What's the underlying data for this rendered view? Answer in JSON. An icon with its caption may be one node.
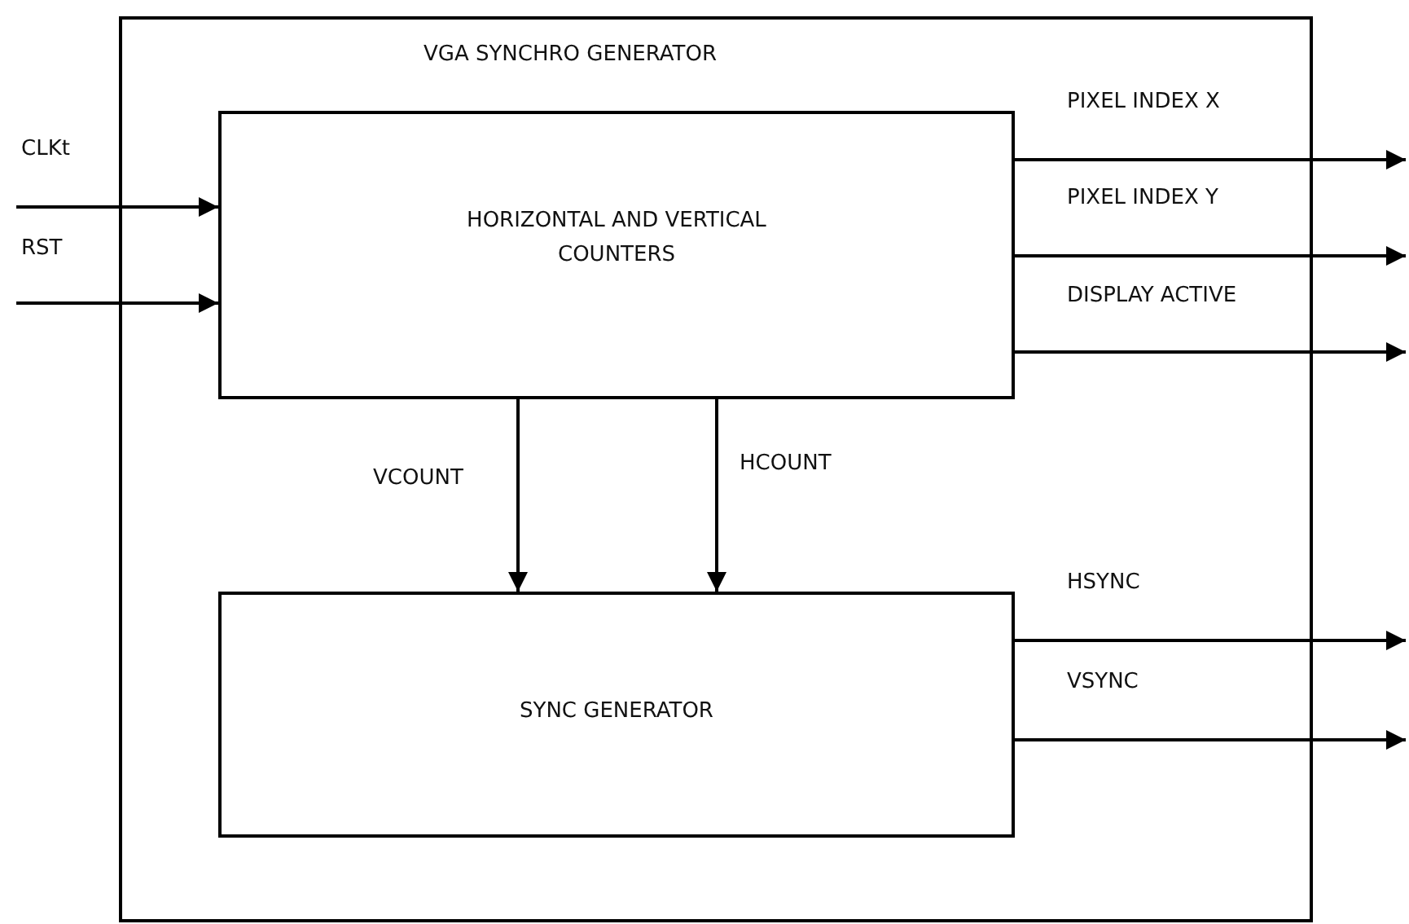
{
  "diagram": {
    "nodes": [
      {
        "text": [
          "VGA SYNCHRO GENERATOR"
        ]
      },
      {
        "text": [
          "HORIZONTAL AND VERTICAL COUNTERS"
        ],
        "in": 0
      },
      {
        "text": [
          "SYNC GENERATOR"
        ],
        "in": 0
      }
    ],
    "edges": [
      {
        "from": null,
        "to": 1,
        "arrow": "to",
        "label": "CLKt"
      },
      {
        "from": null,
        "to": 1,
        "arrow": "to",
        "label": "RST"
      },
      {
        "from": 1,
        "to": null,
        "arrow": "to",
        "label": "PIXEL INDEX X"
      },
      {
        "from": 1,
        "to": null,
        "arrow": "to",
        "label": "PIXEL INDEX Y"
      },
      {
        "from": 1,
        "to": null,
        "arrow": "to",
        "label": "DISPLAY ACTIVE"
      },
      {
        "from": 1,
        "to": 2,
        "arrow": "to",
        "label": "VCOUNT"
      },
      {
        "from": 1,
        "to": 2,
        "arrow": "to",
        "label": "HCOUNT"
      },
      {
        "from": 2,
        "to": null,
        "arrow": "to",
        "label": "HSYNC"
      },
      {
        "from": 2,
        "to": null,
        "arrow": "to",
        "label": "VSYNC"
      }
    ]
  }
}
